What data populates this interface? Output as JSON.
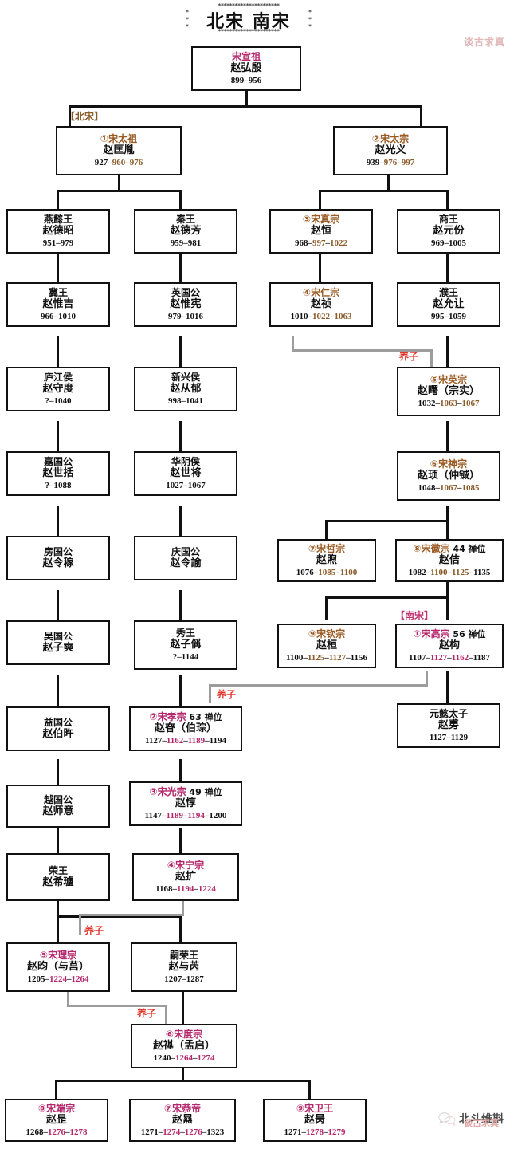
{
  "title": "北宋  南宋",
  "title_border_char": "*",
  "watermark_top": "谈古求真",
  "watermark_logo_name": "北斗维斟",
  "watermark_logo_sub": "谈古求真",
  "era_labels": {
    "north": "【北宋】",
    "south": "【南宋】"
  },
  "adoption_label": "养子",
  "colors": {
    "northern_song_accent": "#9a5a22",
    "southern_song_accent": "#b5276b",
    "adoption_label": "#e03a2f",
    "adoption_line": "#9c9c9c",
    "box_border": "#111111",
    "watermark": "#e0b8b8"
  },
  "nodes": {
    "xuanzu": {
      "title": "宋宣祖",
      "name": "赵弘殷",
      "years": "899–956",
      "era": "pre"
    },
    "taizu": {
      "title": "①宋太祖",
      "name": "赵匡胤",
      "years_birth": "927",
      "years_reign": "960",
      "years_death": "976",
      "era": "north"
    },
    "taizong": {
      "title": "②宋太宗",
      "name": "赵光义",
      "years_birth": "939",
      "years_reign": "976",
      "years_death": "997",
      "era": "north"
    },
    "yanyiwang": {
      "title": "燕懿王",
      "name": "赵德昭",
      "years": "951–979",
      "era": "none"
    },
    "qinwang": {
      "title": "秦王",
      "name": "赵德芳",
      "years": "959–981",
      "era": "none"
    },
    "zhenzong": {
      "title": "③宋真宗",
      "name": "赵恒",
      "years_birth": "968",
      "years_reign": "997",
      "years_death": "1022",
      "era": "north"
    },
    "shangwang": {
      "title": "商王",
      "name": "赵元份",
      "years": "969–1005",
      "era": "none"
    },
    "jiwang": {
      "title": "冀王",
      "name": "赵惟吉",
      "years": "966–1010",
      "era": "none"
    },
    "yingguogong": {
      "title": "英国公",
      "name": "赵惟宪",
      "years": "979–1016",
      "era": "none"
    },
    "renzong": {
      "title": "④宋仁宗",
      "name": "赵祯",
      "years_birth": "1010",
      "years_reign": "1022",
      "years_death": "1063",
      "era": "north"
    },
    "puwang": {
      "title": "濮王",
      "name": "赵允让",
      "years": "995–1059",
      "era": "none"
    },
    "lujianghou": {
      "title": "庐江侯",
      "name": "赵守度",
      "years": "?–1040",
      "era": "none"
    },
    "xinxinghou": {
      "title": "新兴侯",
      "name": "赵从郁",
      "years": "998–1041",
      "era": "none"
    },
    "yingzong": {
      "title": "⑤宋英宗",
      "name": "赵曙（宗实）",
      "years_birth": "1032",
      "years_reign": "1063",
      "years_death": "1067",
      "era": "north"
    },
    "jiaguogong": {
      "title": "嘉国公",
      "name": "赵世括",
      "years": "?–1088",
      "era": "none"
    },
    "huayinhou": {
      "title": "华阴侯",
      "name": "赵世将",
      "years": "1027–1067",
      "era": "none"
    },
    "shenzong": {
      "title": "⑥宋神宗",
      "name": "赵顼（仲铖）",
      "years_birth": "1048",
      "years_reign": "1067",
      "years_death": "1085",
      "era": "north"
    },
    "fangguogong": {
      "title": "房国公",
      "name": "赵令稼",
      "years": "",
      "era": "none"
    },
    "qingguogong": {
      "title": "庆国公",
      "name": "赵令諭",
      "years": "",
      "era": "none"
    },
    "zhezong": {
      "title": "⑦宋哲宗",
      "name": "赵煦",
      "years_birth": "1076",
      "years_reign": "1085",
      "years_death": "1100",
      "era": "north"
    },
    "huizong": {
      "title": "⑧宋徽宗",
      "suffix": " 44 禅位",
      "name": "赵佶",
      "years_birth": "1082",
      "years_reign": "1100",
      "years_abd": "1125",
      "years_death": "1135",
      "era": "north"
    },
    "wuguogong": {
      "title": "吴国公",
      "name": "赵子奭",
      "years": "",
      "era": "none"
    },
    "xiuwang": {
      "title": "秀王",
      "name": "赵子偁",
      "years": "?–1144",
      "era": "none"
    },
    "qinzong": {
      "title": "⑨宋钦宗",
      "name": "赵桓",
      "years_birth": "1100",
      "years_reign": "1125",
      "years_abd": "1127",
      "years_death": "1156",
      "era": "north"
    },
    "gaozong": {
      "title": "①宋高宗",
      "suffix": " 56 禅位",
      "name": "赵构",
      "years_birth": "1107",
      "years_reign": "1127",
      "years_abd": "1162",
      "years_death": "1187",
      "era": "south"
    },
    "yiguogong": {
      "title": "益国公",
      "name": "赵伯旿",
      "years": "",
      "era": "none"
    },
    "xiaozong": {
      "title": "②宋孝宗",
      "suffix": " 63 禅位",
      "name": "赵眘（伯琮）",
      "years_birth": "1127",
      "years_reign": "1162",
      "years_abd": "1189",
      "years_death": "1194",
      "era": "south"
    },
    "yuanyi": {
      "title": "元懿太子",
      "name": "赵旉",
      "years": "1127–1129",
      "era": "none"
    },
    "yueguogong": {
      "title": "越国公",
      "name": "赵师意",
      "years": "",
      "era": "none"
    },
    "guangzong": {
      "title": "③宋光宗",
      "suffix": " 49 禅位",
      "name": "赵惇",
      "years_birth": "1147",
      "years_reign": "1189",
      "years_abd": "1194",
      "years_death": "1200",
      "era": "south"
    },
    "rongwang": {
      "title": "荣王",
      "name": "赵希瓐",
      "years": "",
      "era": "none"
    },
    "ningzong": {
      "title": "④宋宁宗",
      "name": "赵扩",
      "years_birth": "1168",
      "years_reign": "1194",
      "years_death": "1224",
      "era": "south"
    },
    "lizong": {
      "title": "⑤宋理宗",
      "name": "赵昀（与莒）",
      "years_birth": "1205",
      "years_reign": "1224",
      "years_death": "1264",
      "era": "south"
    },
    "sirongwang": {
      "title": "嗣荣王",
      "name": "赵与芮",
      "years": "1207–1287",
      "era": "none"
    },
    "duzong": {
      "title": "⑥宋度宗",
      "name": "赵禥（孟启）",
      "years_birth": "1240",
      "years_reign": "1264",
      "years_death": "1274",
      "era": "south"
    },
    "duanzong": {
      "title": "⑧宋端宗",
      "name": "赵昰",
      "years_birth": "1268",
      "years_reign": "1276",
      "years_death": "1278",
      "era": "south"
    },
    "gongdi": {
      "title": "⑦宋恭帝",
      "name": "赵㬎",
      "years_birth": "1271",
      "years_reign": "1274",
      "years_abd": "1276",
      "years_death": "1323",
      "era": "south"
    },
    "weiwang": {
      "title": "⑨宋卫王",
      "name": "赵昺",
      "years_birth": "1271",
      "years_reign": "1278",
      "years_death": "1279",
      "era": "south"
    }
  }
}
